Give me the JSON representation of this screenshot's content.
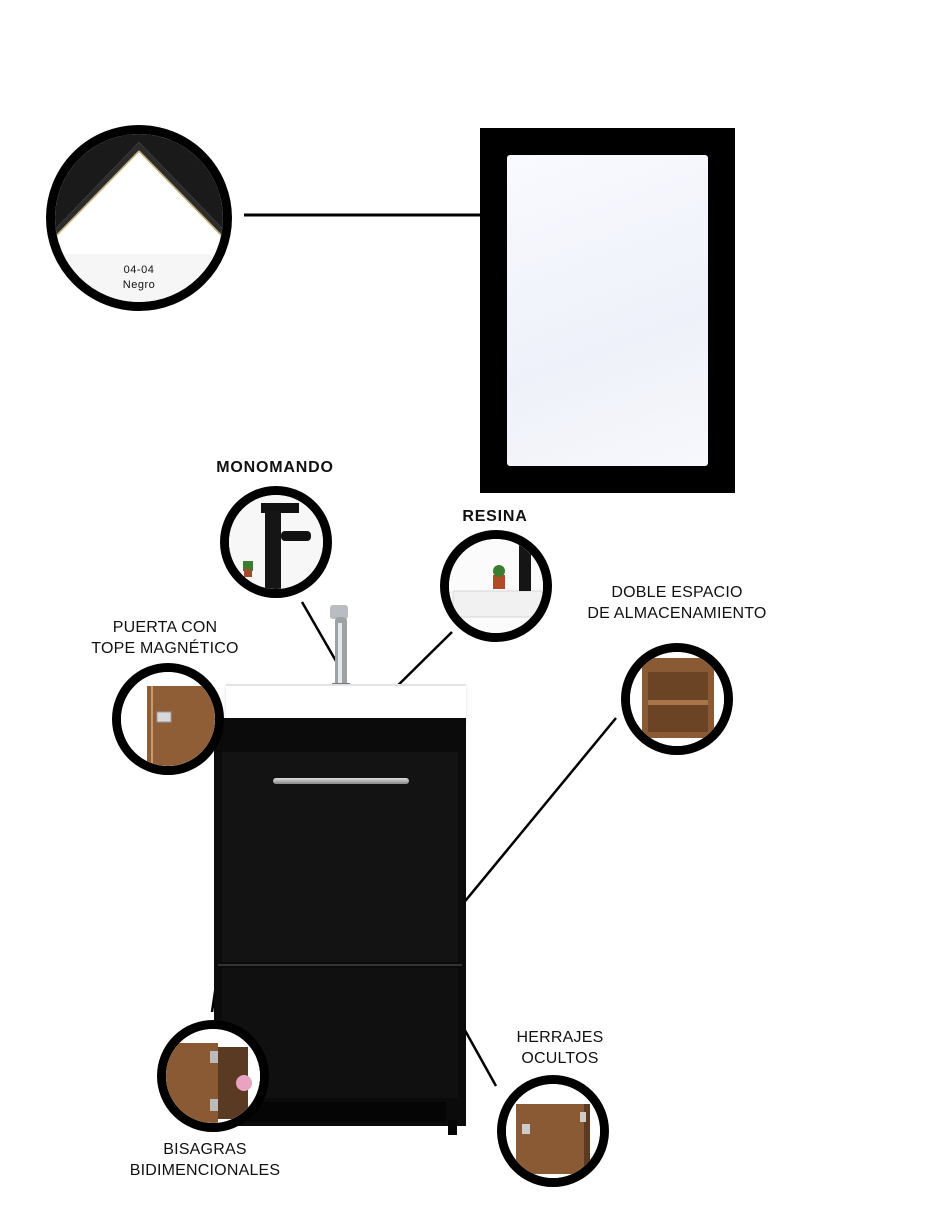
{
  "swatch": {
    "code": "04-04",
    "name": "Negro"
  },
  "features": {
    "monomando": "MONOMANDO",
    "resina": "RESINA",
    "puerta_line1": "PUERTA CON",
    "puerta_line2": "TOPE MAGNÉTICO",
    "doble_line1": "DOBLE ESPACIO",
    "doble_line2": "DE ALMACENAMIENTO",
    "herrajes_line1": "HERRAJES",
    "herrajes_line2": "OCULTOS",
    "bisagras_line1": "BISAGRAS",
    "bisagras_line2": "BIDIMENCIONALES"
  },
  "colors": {
    "frame": "#000000",
    "wood": "#8a5a34",
    "mirror": "#f4f6fb",
    "basin": "#ffffff"
  }
}
